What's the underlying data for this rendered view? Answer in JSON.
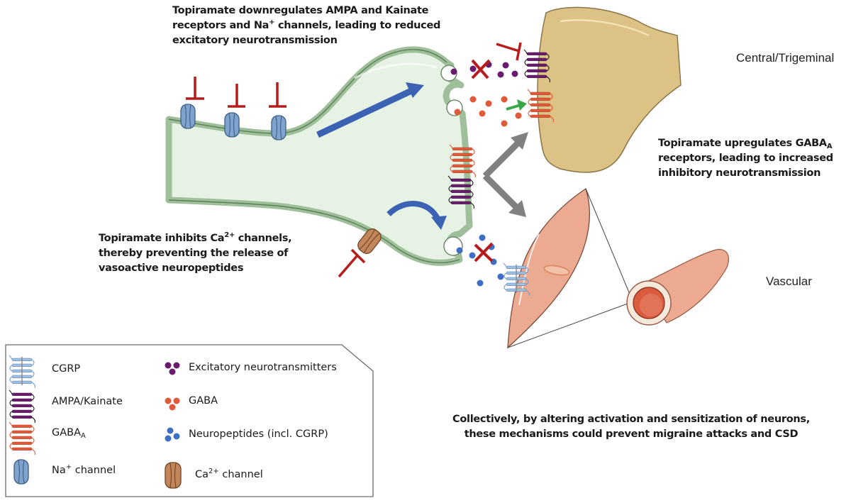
{
  "annotations": {
    "downregulate": {
      "line1": "Topiramate downregulates AMPA and Kainate",
      "line2_pre": "receptors and Na",
      "line2_sup": "+",
      "line2_post": " channels, leading to reduced",
      "line3": "excitatory neurotransmission"
    },
    "upregulate": {
      "line1_pre": "Topiramate upregulates GABA",
      "line1_sub": "A",
      "line2": "receptors, leading to increased",
      "line3": "inhibitory neurotransmission"
    },
    "calcium": {
      "line1_pre": "Topiramate inhibits Ca",
      "line1_sup": "2+",
      "line1_post": " channels,",
      "line2": "thereby preventing the release of",
      "line3": "vasoactive neuropeptides"
    },
    "conclusion": {
      "line1": "Collectively, by altering activation and sensitization of neurons,",
      "line2": "these mechanisms could prevent migraine attacks and CSD"
    }
  },
  "regions": {
    "central": "Central/Trigeminal",
    "vascular": "Vascular"
  },
  "legend": {
    "left": [
      {
        "label": "CGRP",
        "icon": "cgrp-receptor-icon"
      },
      {
        "label": "AMPA/Kainate",
        "icon": "ampa-kainate-receptor-icon"
      },
      {
        "label_pre": "GABA",
        "label_sub": "A",
        "icon": "gaba-a-receptor-icon"
      },
      {
        "label_pre": "Na",
        "label_sup": "+",
        "label_post": " channel",
        "icon": "na-channel-icon"
      }
    ],
    "right": [
      {
        "label": "Excitatory neurotransmitters",
        "icon": "excitatory-dots-icon"
      },
      {
        "label": "GABA",
        "icon": "gaba-dots-icon"
      },
      {
        "label": "Neuropeptides (incl. CGRP)",
        "icon": "neuropeptide-dots-icon"
      },
      {
        "label_pre": "Ca",
        "label_sup": "2+",
        "label_post": " channel",
        "icon": "ca-channel-icon"
      }
    ]
  },
  "colors": {
    "neuron_fill": "#e6f2e3",
    "neuron_membrane": "#9fbf9b",
    "postsynaptic_fill": "#dcc285",
    "excitatory": "#6a1b6e",
    "gaba": "#e05a3a",
    "neuropeptide": "#3f6fc4",
    "na_channel": "#7fa3cc",
    "ca_channel": "#c2865a",
    "inhibit_red": "#b71c1c",
    "vessel": "#ecab90",
    "upregulate_green": "#3aa84a",
    "flow_blue": "#3b62b3",
    "branch_grey": "#808080"
  }
}
